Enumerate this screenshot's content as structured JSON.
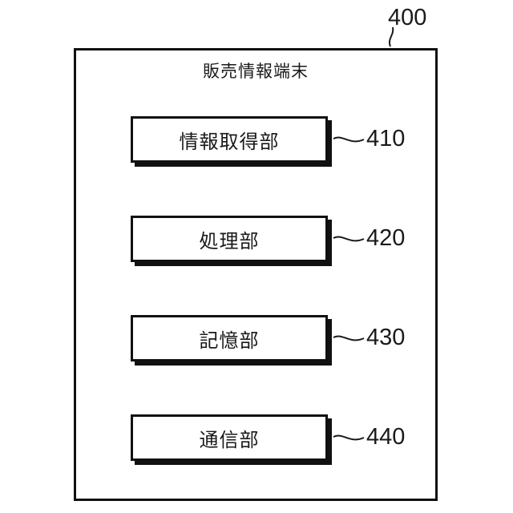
{
  "figure": {
    "background_color": "#ffffff",
    "line_color": "#111111",
    "text_color": "#1a1a1a",
    "frame_ref_number": "400",
    "title": "販売情報端末"
  },
  "blocks": [
    {
      "label": "情報取得部",
      "ref": "410"
    },
    {
      "label": "処理部",
      "ref": "420"
    },
    {
      "label": "記憶部",
      "ref": "430"
    },
    {
      "label": "通信部",
      "ref": "440"
    }
  ]
}
